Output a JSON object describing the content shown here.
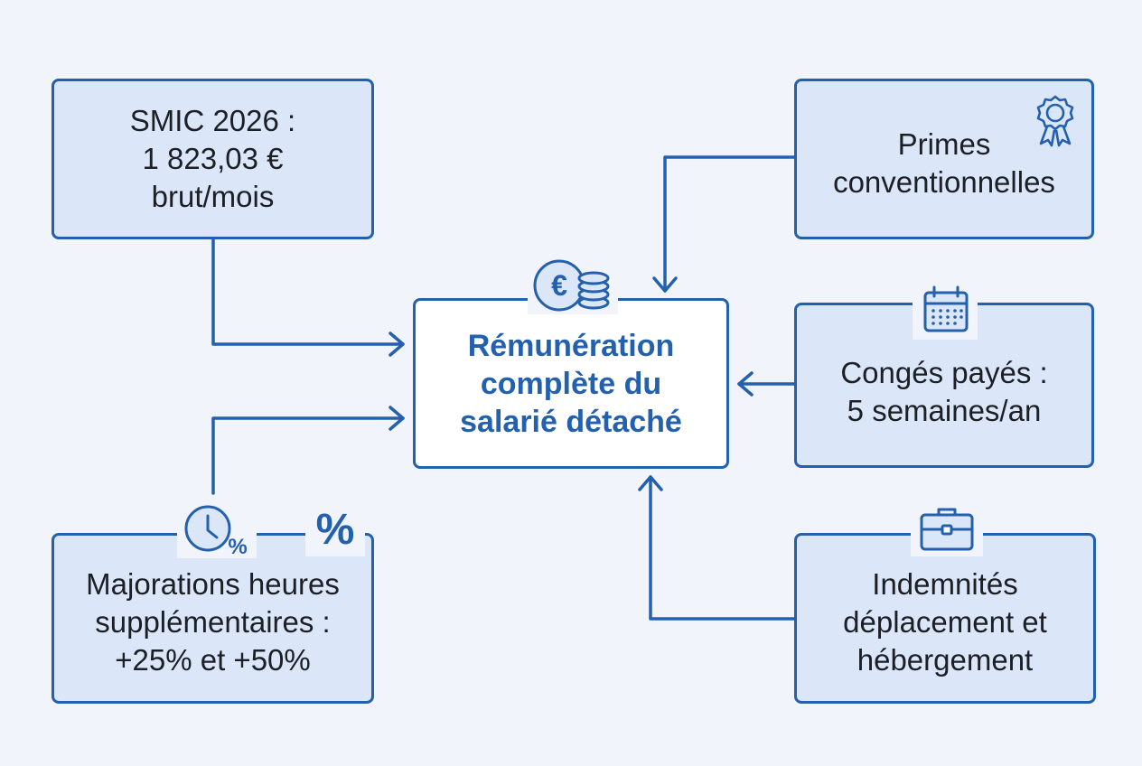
{
  "colors": {
    "accent": "#2360ad",
    "box_fill": "#dbe7f8",
    "center_fill": "#ffffff",
    "background": "#f1f4fa",
    "text": "#1c1f26"
  },
  "center": {
    "lines": [
      "Rémunération",
      "complète du",
      "salarié détaché"
    ],
    "icon": "euro-coins-icon"
  },
  "smic": {
    "lines": [
      "SMIC 2026 :",
      "1 823,03 €",
      "brut/mois"
    ]
  },
  "primes": {
    "lines": [
      "Primes",
      "conventionnelles"
    ],
    "icon": "award-ribbon-icon"
  },
  "conges": {
    "lines": [
      "Congés payés :",
      "5 semaines/an"
    ],
    "icon": "calendar-icon"
  },
  "majorations": {
    "lines": [
      "Majorations heures",
      "supplémentaires :",
      "+25% et +50%"
    ],
    "icons": [
      "clock-percent-icon",
      "percent-icon"
    ],
    "percent_glyph": "%",
    "clock_percent_glyph": "%"
  },
  "indemnites": {
    "lines": [
      "Indemnités",
      "déplacement et",
      "hébergement"
    ],
    "icon": "briefcase-icon"
  }
}
